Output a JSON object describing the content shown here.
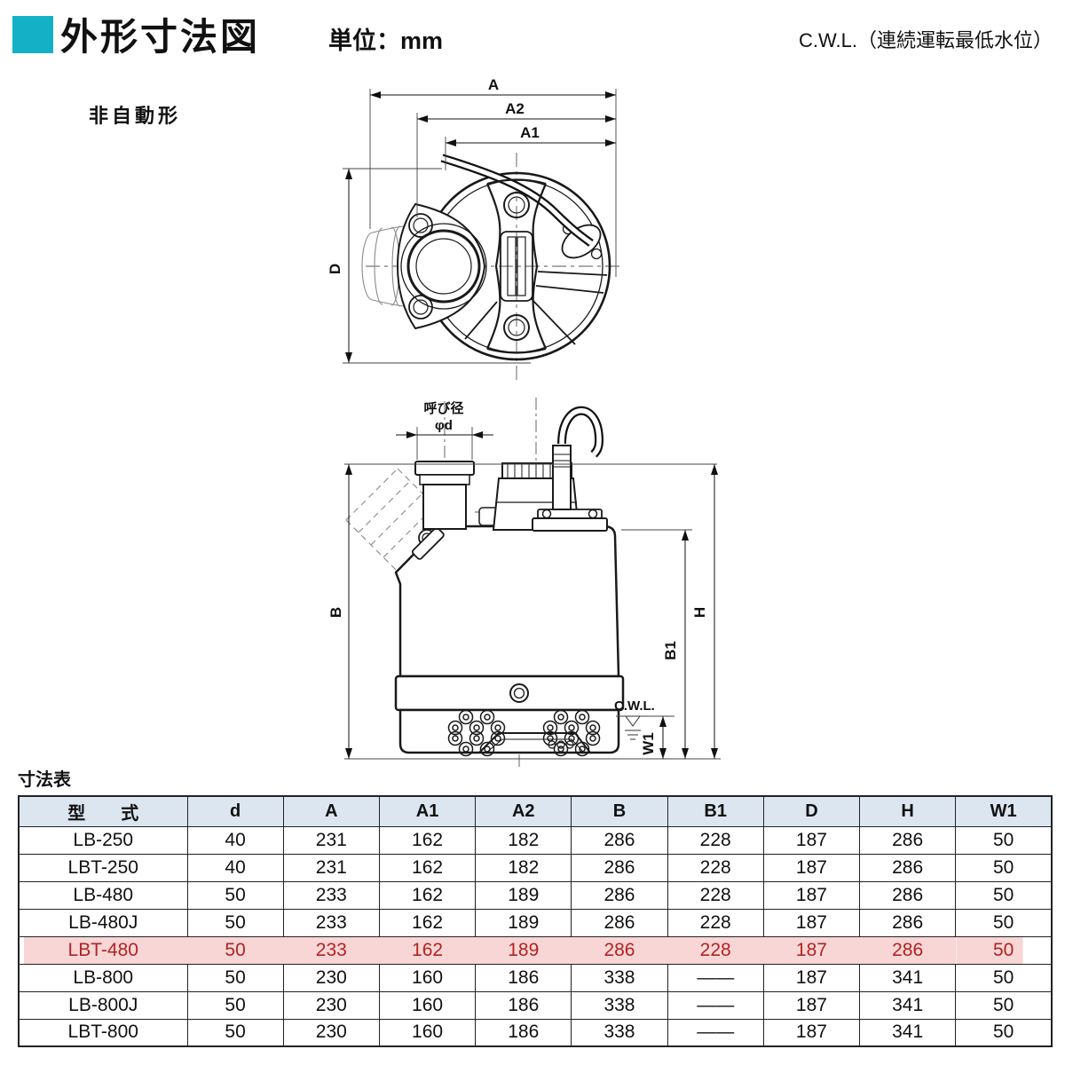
{
  "header": {
    "title": "外形寸法図",
    "unit": "単位：mm",
    "cwl_note": "C.W.L.（連続運転最低水位）"
  },
  "colors": {
    "accent": "#14b1c6",
    "table_header_bg": "#dce6f1",
    "highlight_bg": "#f8d6d6",
    "highlight_text": "#b32222"
  },
  "drawing": {
    "variant_label": "非自動形",
    "top_view": {
      "dim_a": "A",
      "dim_a2": "A2",
      "dim_a1": "A1",
      "dim_d": "D"
    },
    "side_view": {
      "nominal_label": "呼び径",
      "nominal_dia": "φd",
      "dim_b": "B",
      "dim_b1": "B1",
      "dim_h": "H",
      "dim_w1": "W1",
      "cwl": "C.W.L."
    }
  },
  "table": {
    "caption": "寸法表",
    "columns": [
      "型　　式",
      "d",
      "A",
      "A1",
      "A2",
      "B",
      "B1",
      "D",
      "H",
      "W1"
    ],
    "rows": [
      {
        "model": "LB-250",
        "values": [
          "40",
          "231",
          "162",
          "182",
          "286",
          "228",
          "187",
          "286",
          "50"
        ],
        "highlight": false
      },
      {
        "model": "LBT-250",
        "values": [
          "40",
          "231",
          "162",
          "182",
          "286",
          "228",
          "187",
          "286",
          "50"
        ],
        "highlight": false
      },
      {
        "model": "LB-480",
        "values": [
          "50",
          "233",
          "162",
          "189",
          "286",
          "228",
          "187",
          "286",
          "50"
        ],
        "highlight": false
      },
      {
        "model": "LB-480J",
        "values": [
          "50",
          "233",
          "162",
          "189",
          "286",
          "228",
          "187",
          "286",
          "50"
        ],
        "highlight": false
      },
      {
        "model": "LBT-480",
        "values": [
          "50",
          "233",
          "162",
          "189",
          "286",
          "228",
          "187",
          "286",
          "50"
        ],
        "highlight": true
      },
      {
        "model": "LB-800",
        "values": [
          "50",
          "230",
          "160",
          "186",
          "338",
          "——",
          "187",
          "341",
          "50"
        ],
        "highlight": false
      },
      {
        "model": "LB-800J",
        "values": [
          "50",
          "230",
          "160",
          "186",
          "338",
          "——",
          "187",
          "341",
          "50"
        ],
        "highlight": false
      },
      {
        "model": "LBT-800",
        "values": [
          "50",
          "230",
          "160",
          "186",
          "338",
          "——",
          "187",
          "341",
          "50"
        ],
        "highlight": false
      }
    ]
  }
}
